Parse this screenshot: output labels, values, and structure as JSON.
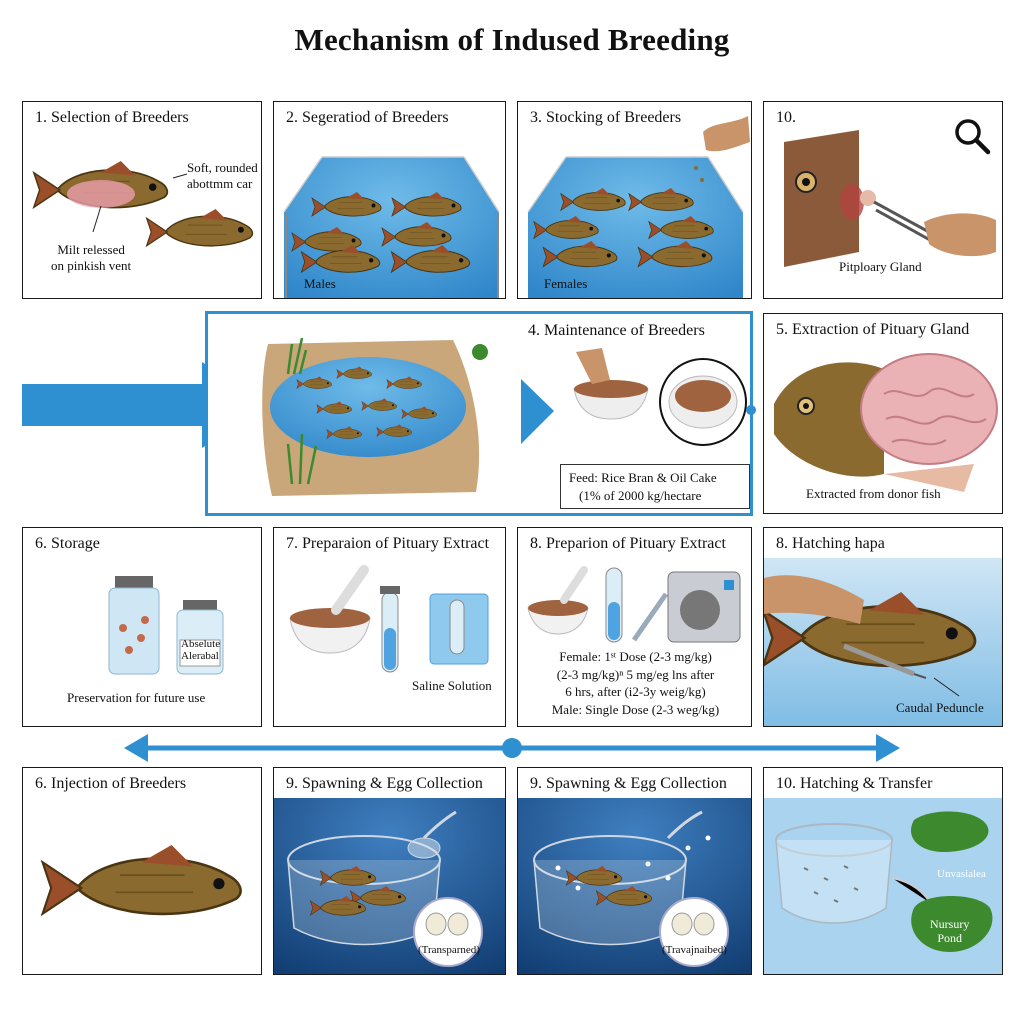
{
  "title": "Mechanism of Indused Breeding",
  "colors": {
    "accent": "#2e8fd1",
    "water": "#4fa3e0",
    "deep_water": "#1c5a9a",
    "fish": "#8a6a2e",
    "soil": "#c9a77a",
    "pond_green": "#3d8a2e"
  },
  "panels": {
    "p1": {
      "title": "1. Selection of Breeders",
      "note_top": "Soft, rounded",
      "note_top2": "abottmm car",
      "note_bottom": "Milt relessed",
      "note_bottom2": "on pinkish vent"
    },
    "p2": {
      "title": "2. Segeratiod of Breeders",
      "label": "Males"
    },
    "p3": {
      "title": "3. Stocking of Breeders",
      "label": "Females"
    },
    "p4": {
      "title": "10.",
      "label": "Pitploary Gland",
      "icon": "magnifier-icon"
    },
    "p5": {
      "title": "4. Maintenance of Breeders",
      "feed_line1": "Feed: Rice Bran & Oil Cake",
      "feed_line2": "(1% of 2000 kg/hectare"
    },
    "p6": {
      "title": "5. Extraction of Pituary Gland",
      "label": "Extracted from donor fish"
    },
    "p7": {
      "title": "6. Storage",
      "vial_label1": "Abselute",
      "vial_label2": "Alerabal",
      "caption": "Preservation for future use"
    },
    "p8": {
      "title": "7. Preparaion of Pituary Extract",
      "label": "Saline Solution"
    },
    "p9": {
      "title": "8. Preparion of Pituary Extract",
      "dose1": "Female: 1ˢᵗ Dose (2-3 mg/kg)",
      "dose2": "(2-3 mg/kg)ⁿ 5 mg/eg lns after",
      "dose3": "6 hrs, after (i2-3y weig/kg)",
      "dose4": "Male: Single Dose (2-3 weg/kg)"
    },
    "p10": {
      "title": "8. Hatching hapa",
      "label": "Caudal Peduncle"
    },
    "p11": {
      "title": "6. Injection of Breeders"
    },
    "p12": {
      "title": "9. Spawning & Egg Collection",
      "egg_label": "(Transparned)"
    },
    "p13": {
      "title": "9. Spawning & Egg Collection",
      "egg_label": "(Travajnaibed)"
    },
    "p14": {
      "title": "10. Hatching & Transfer",
      "label1": "Unvasialea",
      "label2": "Nursury",
      "label3": "Pond"
    }
  }
}
